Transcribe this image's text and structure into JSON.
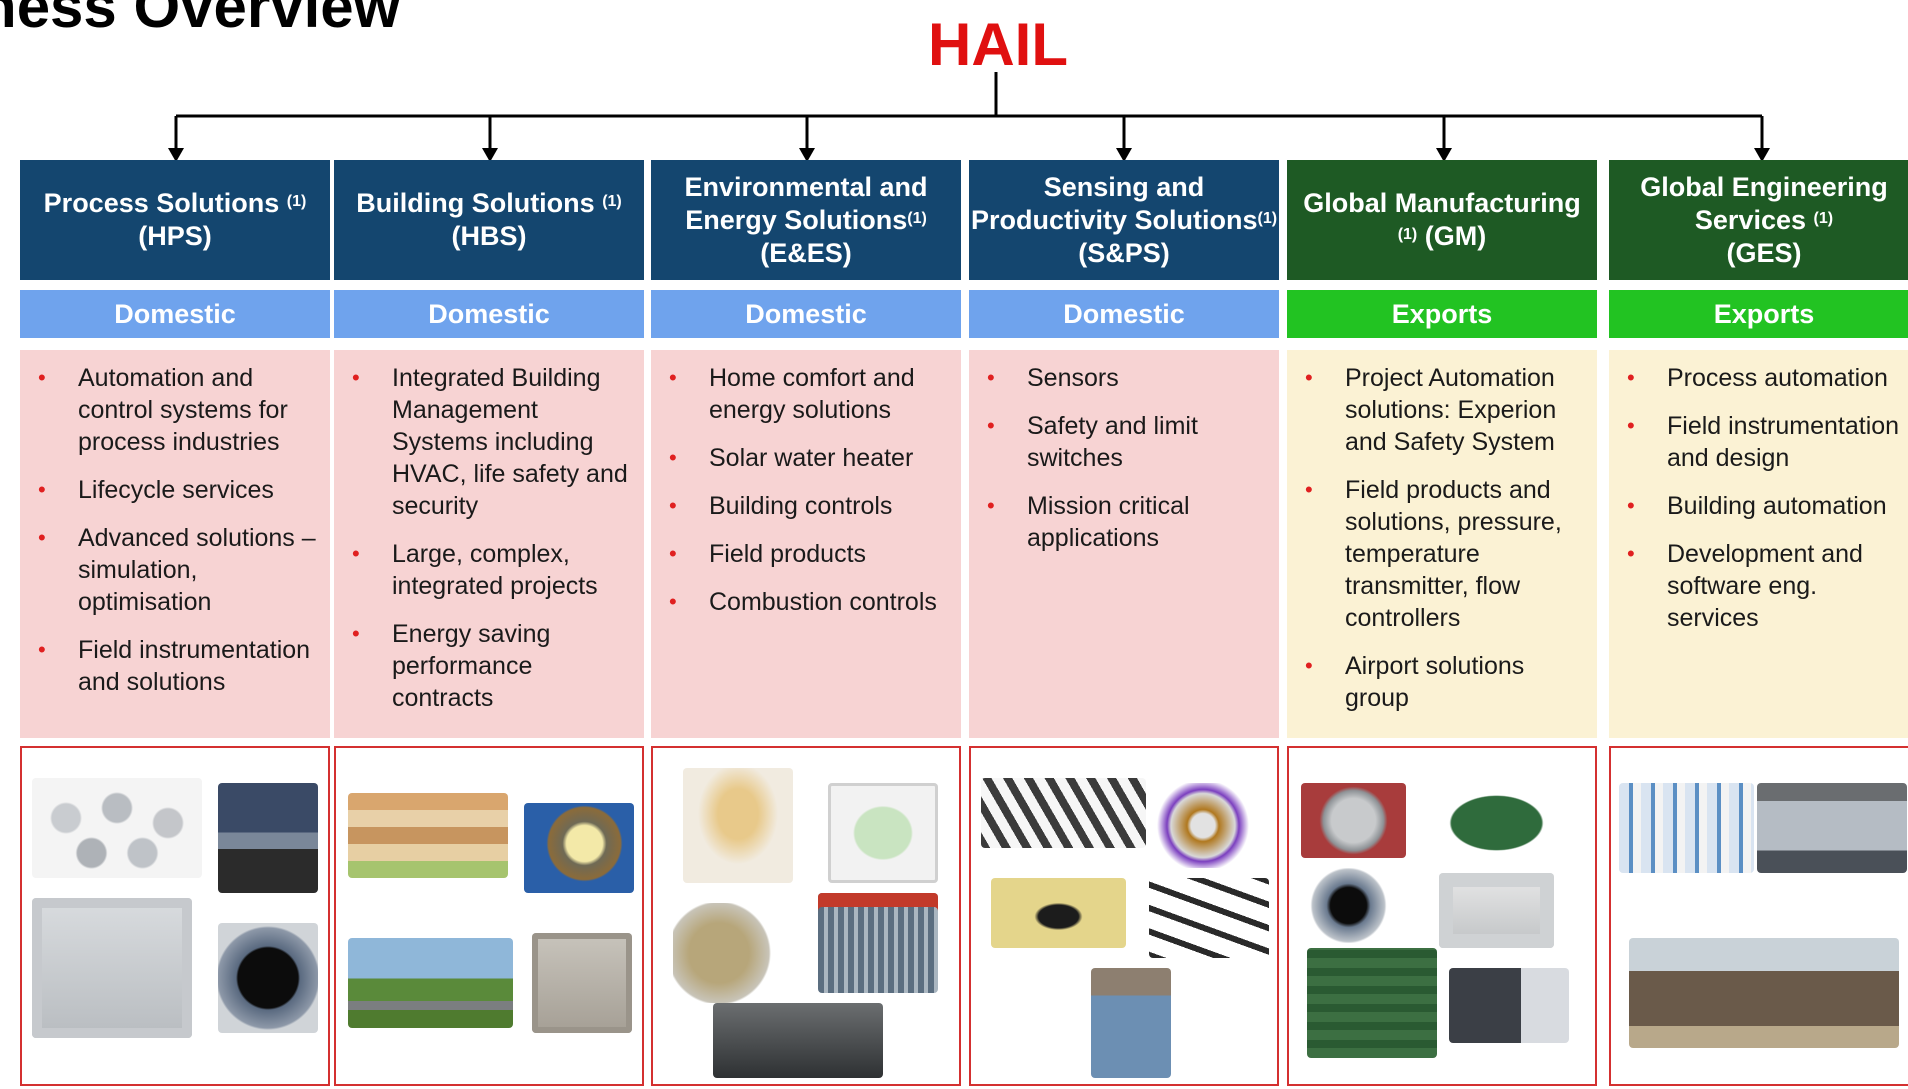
{
  "page_title": "siness Overview",
  "root": "HAIL",
  "divisions": [
    {
      "title": "Process Solutions",
      "note": "(1)",
      "abbr": "(HPS)",
      "market": "Domestic",
      "items": [
        "Automation and control systems for process industries",
        "Lifecycle services",
        "Advanced solutions – simulation, optimisation",
        "Field instrumentation and solutions"
      ],
      "photos": [
        "pressure-transmitters-photo",
        "control-console-photo",
        "field-controller-photo",
        "gas-detector-photo"
      ]
    },
    {
      "title": "Building Solutions",
      "note": "(1)",
      "abbr": "(HBS)",
      "market": "Domestic",
      "items": [
        "Integrated Building Management Systems including HVAC, life safety and security",
        "Large, complex, integrated projects",
        "Energy saving performance contracts"
      ],
      "photos": [
        "building-cutaway-photo",
        "floodlight-photo",
        "airport-runway-photo",
        "equipment-cabinet-photo"
      ]
    },
    {
      "title": "Environmental and Energy Solutions",
      "note": "(1)",
      "abbr": "(E&ES)",
      "market": "Domestic",
      "items": [
        "Home comfort and energy solutions",
        "Solar water heater",
        "Building controls",
        "Field products",
        "Combustion controls"
      ],
      "photos": [
        "water-filter-photo",
        "thermostat-photo",
        "gas-valve-photo",
        "solar-water-heater-photo",
        "combustion-controller-photo"
      ]
    },
    {
      "title": "Sensing and Productivity Solutions",
      "note": "(1)",
      "abbr": "(S&PS)",
      "market": "Domestic",
      "items": [
        "Sensors",
        "Safety and limit switches",
        "Mission critical applications"
      ],
      "photos": [
        "sensors-assortment-photo",
        "position-sensor-photo",
        "mounting-sensor-photo",
        "cable-sensors-photo",
        "limit-switch-photo"
      ]
    },
    {
      "title": "Global Manufacturing",
      "note": "(1)",
      "abbr": "(GM)",
      "market": "Exports",
      "items": [
        "Project Automation solutions: Experion and Safety System",
        "Field products and solutions, pressure, temperature transmitter, flow controllers",
        "Airport solutions group"
      ],
      "photos": [
        "transmitter-photo",
        "circuit-board-photo",
        "gas-detector-photo",
        "controller-unit-photo",
        "io-board-photo",
        "control-rack-photo"
      ]
    },
    {
      "title": "Global Engineering Services",
      "note": "(1)",
      "abbr": "(GES)",
      "market": "Exports",
      "items": [
        "Process automation",
        "Field instrumentation and design",
        "Building automation",
        "Development and software eng. services"
      ],
      "photos": [
        "process-screen-photo",
        "software-screen-photo",
        "team-group-photo"
      ]
    }
  ],
  "colors": {
    "root_text": "#e01010",
    "domestic_header": "#14466f",
    "export_header": "#1e5a24",
    "domestic_market": "#6fa3ed",
    "export_market": "#22c322",
    "domestic_details": "#f7d3d3",
    "export_details": "#fbf2d4",
    "photo_border": "#d43030",
    "bullet": "#e02020"
  }
}
